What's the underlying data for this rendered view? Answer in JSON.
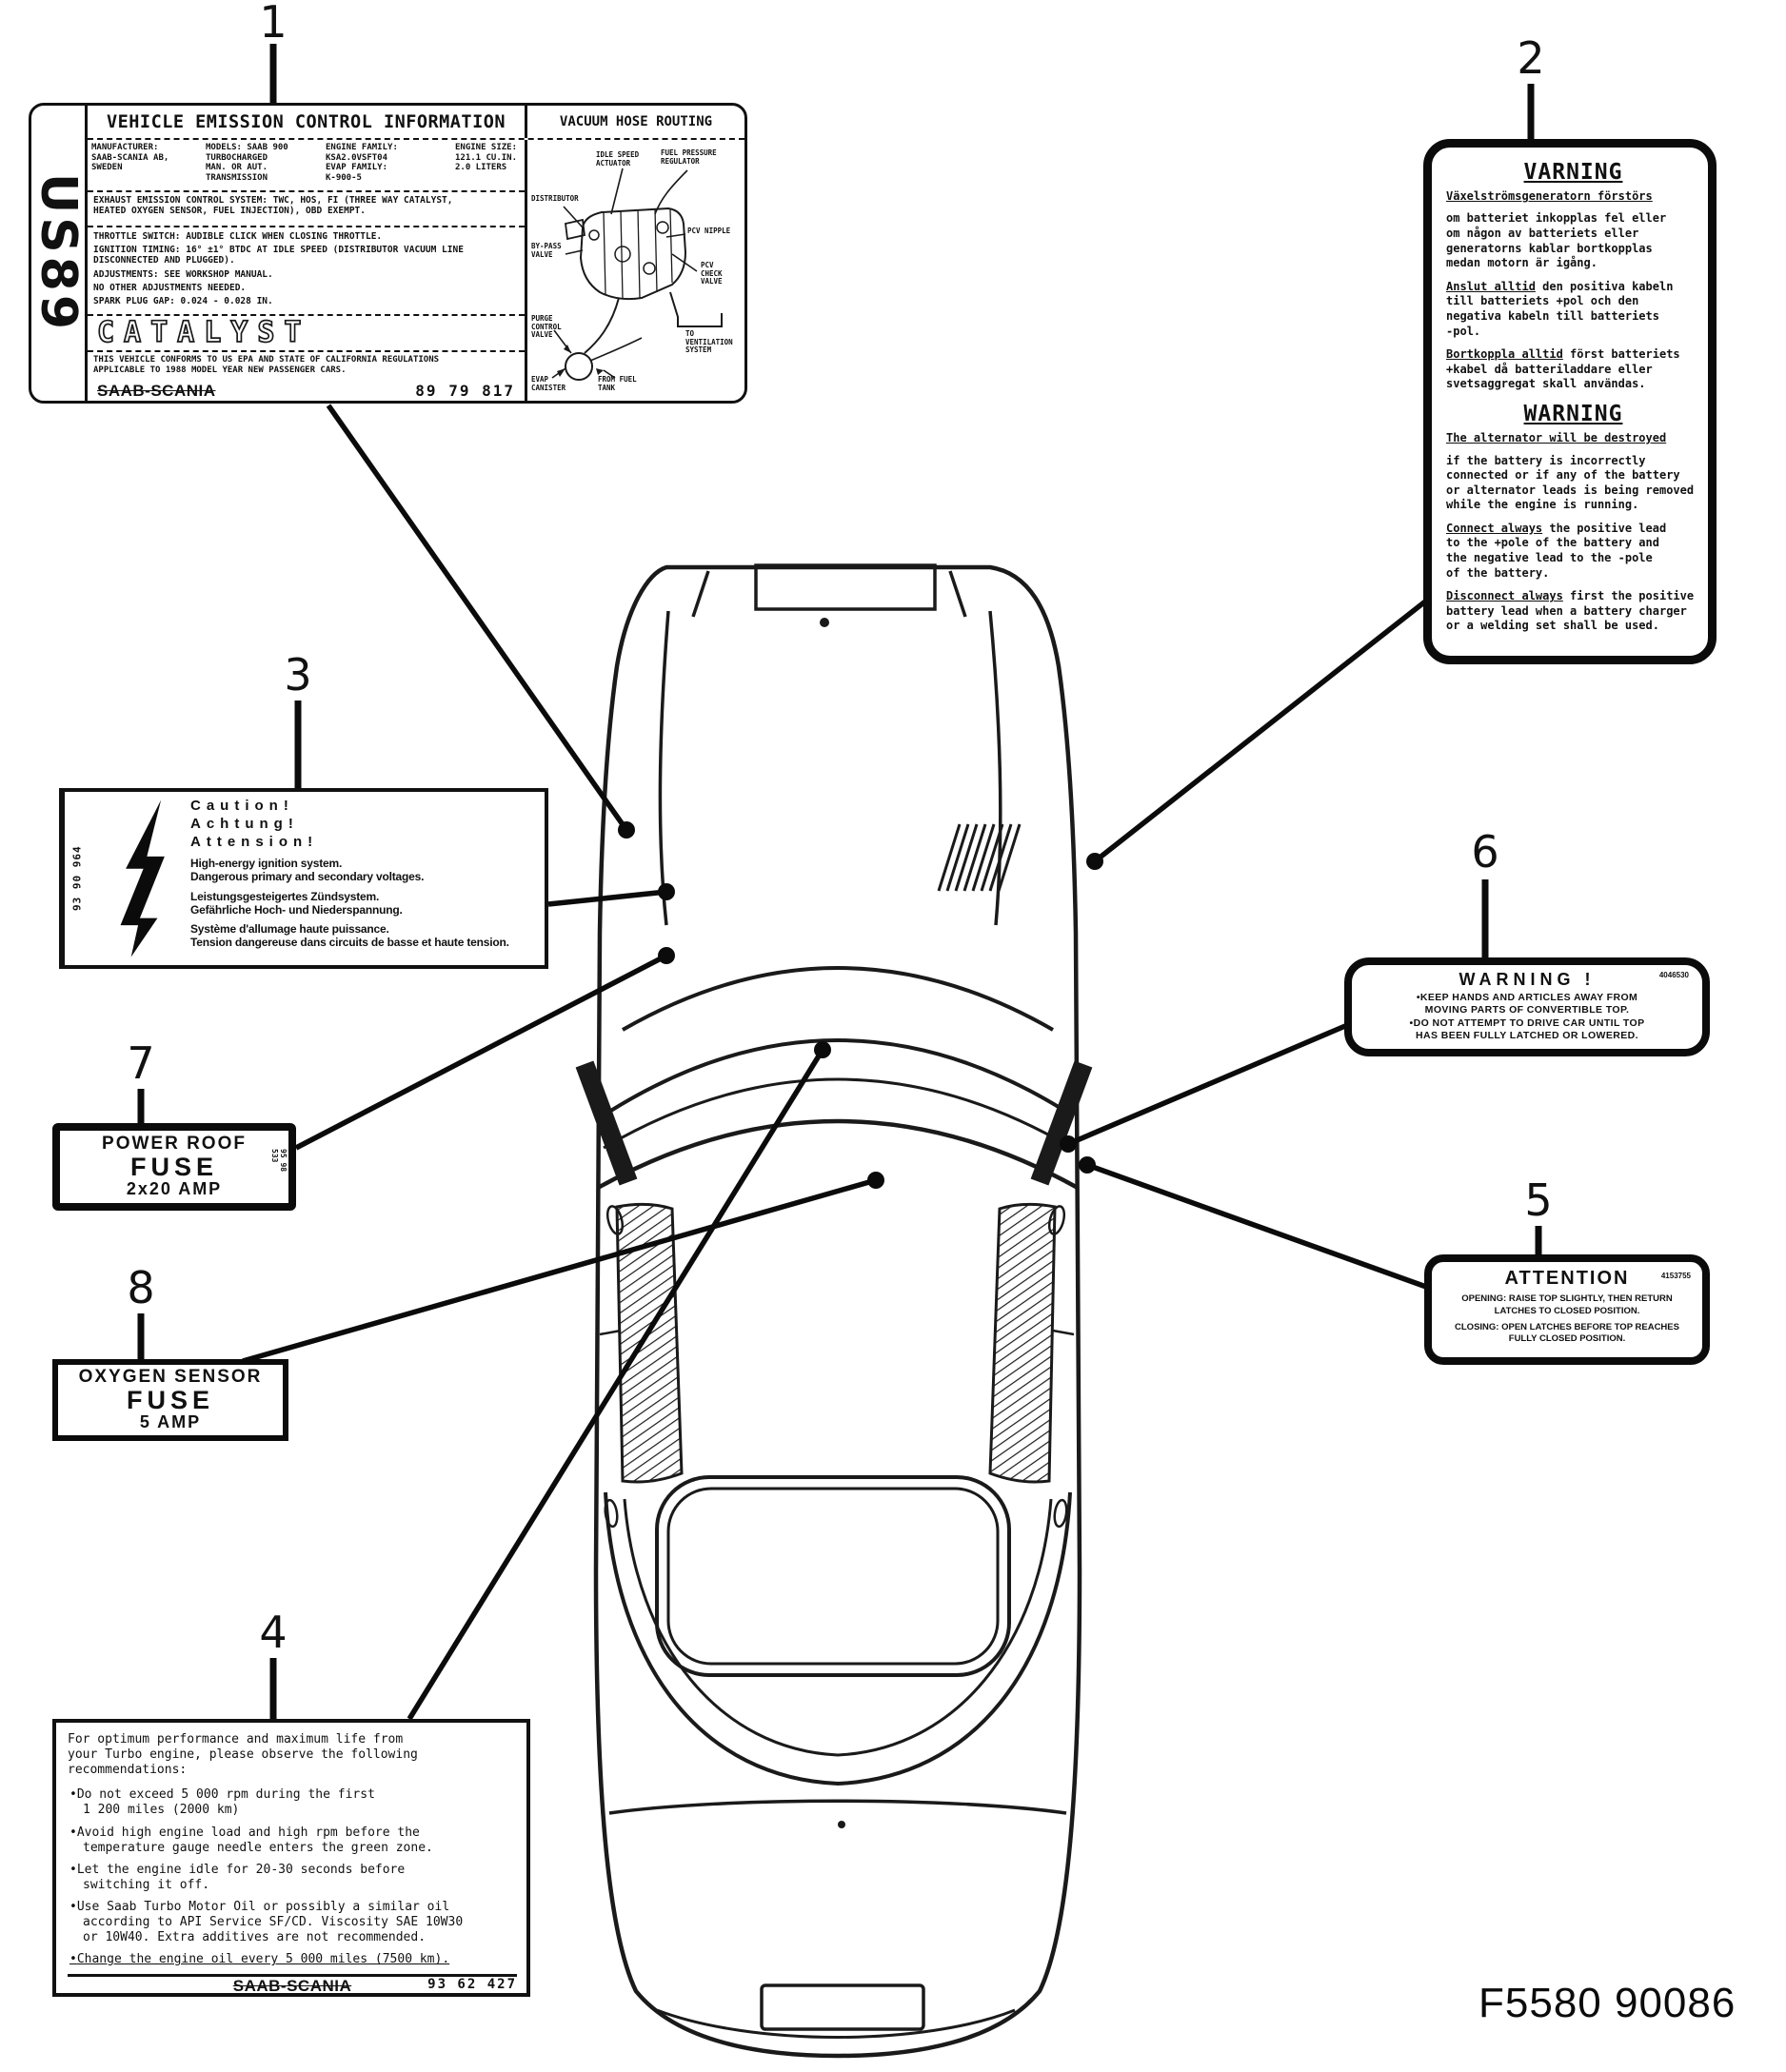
{
  "figure": {
    "code": "F5580 90086"
  },
  "callouts": {
    "c1": "1",
    "c2": "2",
    "c3": "3",
    "c4": "4",
    "c5": "5",
    "c6": "6",
    "c7": "7",
    "c8": "8"
  },
  "veci": {
    "market_code": "US89",
    "title": "VEHICLE EMISSION CONTROL INFORMATION",
    "info": {
      "manufacturer": "MANUFACTURER:\nSAAB-SCANIA AB,\nSWEDEN",
      "models": "MODELS: SAAB 900\nTURBOCHARGED\nMAN. OR AUT.\nTRANSMISSION",
      "engine_family": "ENGINE FAMILY:\nKSA2.0VSFT04\nEVAP FAMILY:\nK-900-5",
      "engine_size": "ENGINE SIZE:\n121.1 CU.IN.\n2.0 LITERS"
    },
    "exhaust_system": "EXHAUST EMISSION CONTROL SYSTEM: TWC, HOS, FI (THREE WAY CATALYST,\nHEATED OXYGEN SENSOR, FUEL INJECTION), OBD EXEMPT.",
    "tuneup": {
      "throttle": "THROTTLE SWITCH: AUDIBLE CLICK WHEN CLOSING THROTTLE.",
      "ignition": "IGNITION TIMING: 16° ±1° BTDC AT IDLE SPEED (DISTRIBUTOR VACUUM LINE\nDISCONNECTED AND PLUGGED).",
      "adjustments": "ADJUSTMENTS: SEE WORKSHOP MANUAL.",
      "no_other": "NO OTHER ADJUSTMENTS NEEDED.",
      "spark_plug": "SPARK PLUG GAP: 0.024 - 0.028 IN."
    },
    "catalyst": "CATALYST",
    "conformity": "THIS VEHICLE CONFORMS TO US EPA AND STATE OF CALIFORNIA REGULATIONS\nAPPLICABLE TO 1988 MODEL YEAR NEW PASSENGER CARS.",
    "brand": "SAAB-SCANIA",
    "part_no": "89 79 817",
    "vacuum": {
      "title": "VACUUM HOSE ROUTING",
      "idle_speed": "IDLE SPEED\nACTUATOR",
      "fuel_pressure": "FUEL PRESSURE\nREGULATOR",
      "distributor": "DISTRIBUTOR",
      "pcv_nipple": "PCV NIPPLE",
      "bypass": "BY-PASS\nVALVE",
      "pcv_check": "PCV\nCHECK\nVALVE",
      "purge": "PURGE\nCONTROL\nVALVE",
      "ventilation": "TO\nVENTILATION\nSYSTEM",
      "evap": "EVAP\nCANISTER",
      "fuel_tank": "FROM FUEL\nTANK"
    }
  },
  "battery_warning": {
    "sv": {
      "heading": "VARNING",
      "subject": "Växelströmsgeneratorn förstörs",
      "p1": "om batteriet inkopplas fel eller\nom någon av batteriets eller\ngeneratorns kablar bortkopplas\nmedan motorn är igång.",
      "p2_lead": "Anslut alltid",
      "p2": " den positiva kabeln\ntill batteriets +pol och den\nnegativa kabeln till batteriets\n-pol.",
      "p3_lead": "Bortkoppla alltid",
      "p3": " först batteriets\n+kabel då batteriladdare eller\nsvetsaggregat skall användas."
    },
    "en": {
      "heading": "WARNING",
      "subject": "The alternator will be destroyed",
      "p1": "if the battery is incorrectly\nconnected or if any of the battery\nor alternator leads is being removed\nwhile the engine is running.",
      "p2_lead": "Connect always",
      "p2": " the positive lead\nto the +pole of the battery and\nthe negative lead to the -pole\nof the battery.",
      "p3_lead": "Disconnect always",
      "p3": " first the positive\nbattery lead when a battery charger\nor a welding set shall be used."
    }
  },
  "ignition_caution": {
    "part_no": "93 90 964",
    "h1": "Caution!",
    "h2": "Achtung!",
    "h3": "Attension!",
    "en": "High-energy ignition system.\nDangerous primary and secondary voltages.",
    "de": "Leistungsgesteigertes Zündsystem.\nGefährliche Hoch- und Niederspannung.",
    "fr": "Système d'allumage haute puissance.\nTension dangereuse dans circuits de basse et haute tension."
  },
  "turbo_care": {
    "intro": "For optimum performance and maximum life from\nyour Turbo engine, please observe the following\nrecommendations:",
    "b1": "Do not exceed 5 000 rpm during the first\n1 200 miles (2000 km)",
    "b2": "Avoid high engine load and high rpm before the\ntemperature gauge needle enters the green zone.",
    "b3": "Let the engine idle for 20-30 seconds before\nswitching it off.",
    "b4": "Use Saab Turbo Motor Oil or possibly a similar oil\naccording to API Service SF/CD. Viscosity SAE 10W30\nor 10W40. Extra additives are not recommended.",
    "b5": "Change the engine oil every 5 000 miles (7500 km).",
    "brand": "SAAB-SCANIA",
    "part_no": "93 62 427"
  },
  "latch_attention": {
    "title": "ATTENTION",
    "part_no": "4153755",
    "opening": "OPENING: RAISE TOP SLIGHTLY, THEN RETURN\nLATCHES TO CLOSED POSITION.",
    "closing": "CLOSING: OPEN LATCHES BEFORE TOP REACHES\nFULLY CLOSED POSITION."
  },
  "top_warning": {
    "title": "WARNING !",
    "part_no": "4046530",
    "b1": "KEEP HANDS AND ARTICLES AWAY FROM\nMOVING PARTS OF CONVERTIBLE TOP.",
    "b2": "DO NOT ATTEMPT TO DRIVE CAR UNTIL TOP\nHAS BEEN FULLY LATCHED OR LOWERED."
  },
  "power_roof_fuse": {
    "l1": "POWER ROOF",
    "l2": "FUSE",
    "l3": "2x20 AMP",
    "part_no": "95 98 533"
  },
  "oxygen_fuse": {
    "l1": "OXYGEN SENSOR",
    "l2": "FUSE",
    "l3": "5 AMP"
  }
}
